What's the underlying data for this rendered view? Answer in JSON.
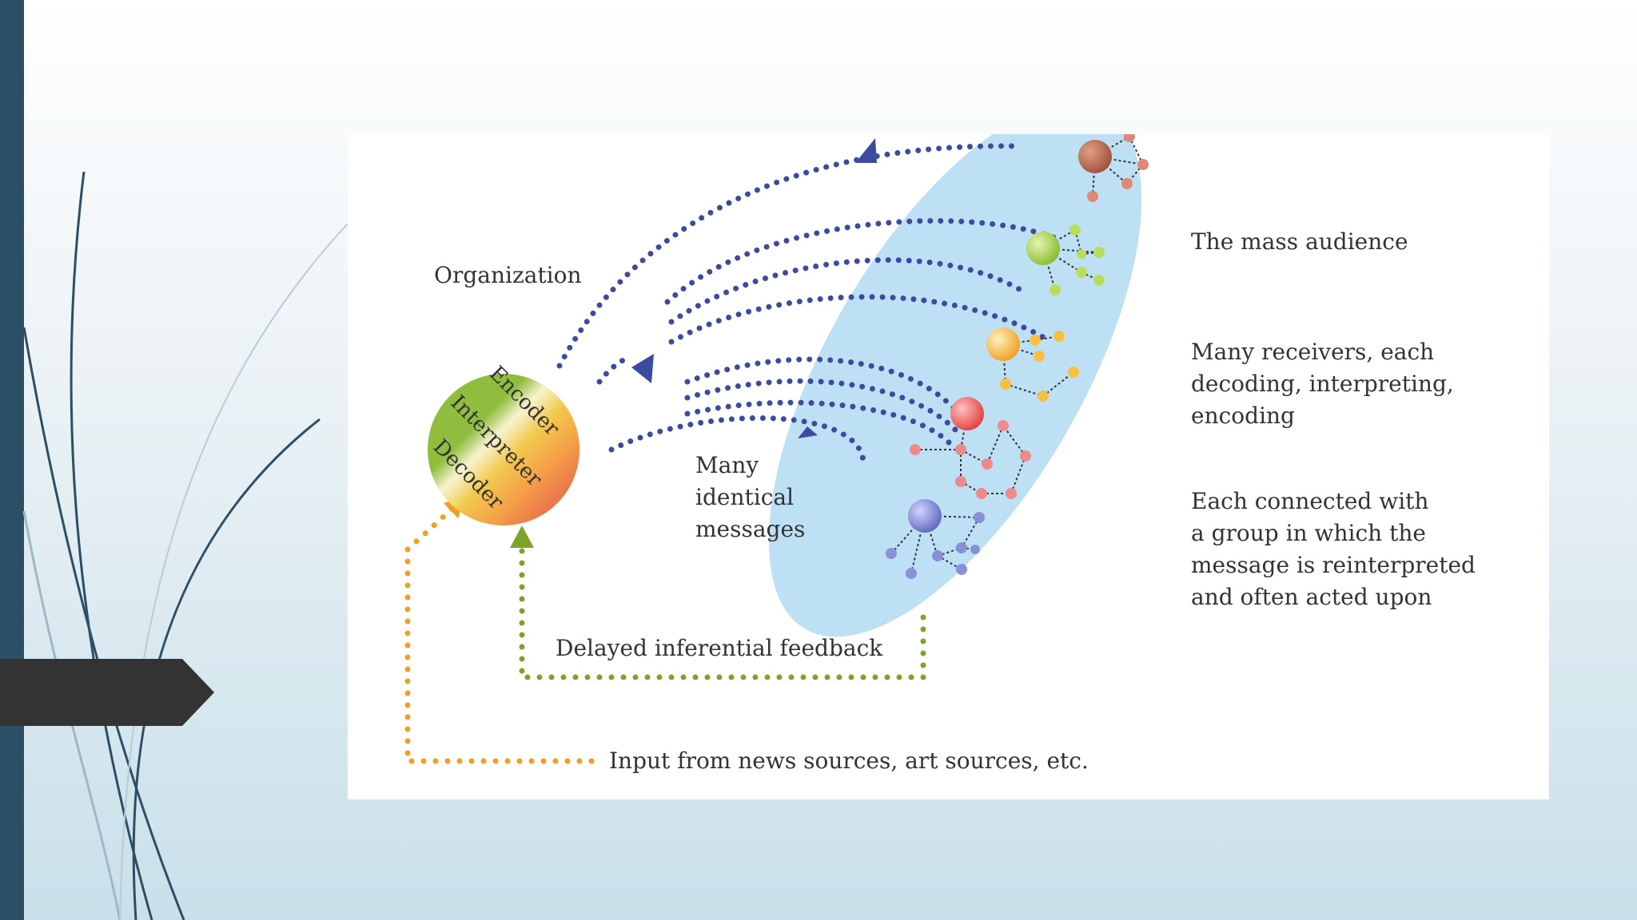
{
  "figure": {
    "organization_label": "Organization",
    "sphere_bands": {
      "encoder": "Encoder",
      "interpreter": "Interpreter",
      "decoder": "Decoder"
    },
    "messages_label": "Many\nidentical\nmessages",
    "mass_audience_label": "The mass audience",
    "receivers_label": "Many receivers, each\ndecoding, interpreting,\nencoding",
    "groups_label": "Each connected with\na group in which the\nmessage is reinterpreted\nand often acted upon",
    "feedback_label": "Delayed inferential feedback",
    "input_label": "Input from news sources, art sources, etc."
  },
  "colors": {
    "slide_bar": "#2c4f66",
    "arrow_blue": "#3c4aa0",
    "feedback_green": "#7aa52a",
    "input_orange": "#f0a020",
    "audience_ellipse": "#bde0f5",
    "encoder_band": "#8fbd3e",
    "interpreter_band": "#f2c94c",
    "decoder_band": "#e04848"
  }
}
